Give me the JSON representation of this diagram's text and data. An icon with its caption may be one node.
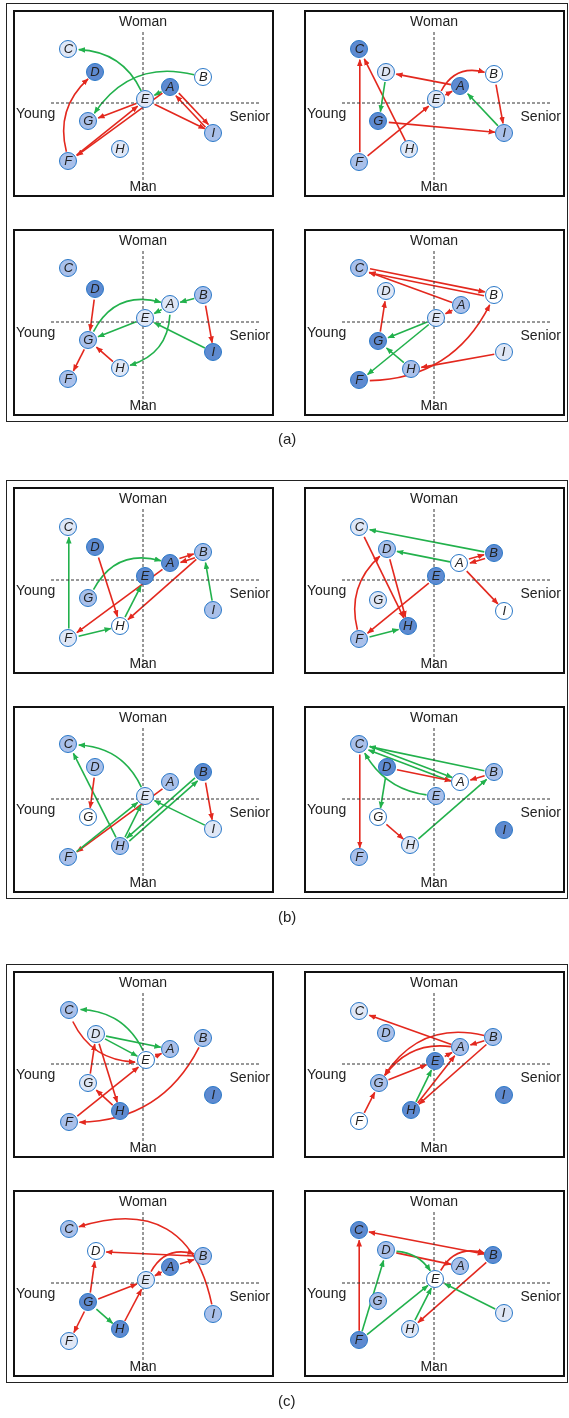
{
  "diagram": {
    "nodes": [
      {
        "text": [],
        "shape": "box",
        "beside": [
          "(a)"
        ]
      },
      {
        "text": [
          "Woman",
          "Young",
          "Senior",
          "Man"
        ],
        "in": 0
      },
      {
        "text": [
          "A"
        ],
        "in": 1
      },
      {
        "text": [
          "B"
        ],
        "in": 1
      },
      {
        "text": [
          "C"
        ],
        "in": 1
      },
      {
        "text": [
          "D"
        ],
        "in": 1
      },
      {
        "text": [
          "E"
        ],
        "in": 1
      },
      {
        "text": [
          "F"
        ],
        "in": 1
      },
      {
        "text": [
          "G"
        ],
        "in": 1
      },
      {
        "text": [
          "H"
        ],
        "in": 1
      },
      {
        "text": [
          "I"
        ],
        "in": 1
      },
      {
        "text": [
          "Woman",
          "Young",
          "Senior",
          "Man"
        ],
        "in": 0
      },
      {
        "text": [
          "A"
        ],
        "in": 11
      },
      {
        "text": [
          "B"
        ],
        "in": 11
      },
      {
        "text": [
          "C"
        ],
        "in": 11
      },
      {
        "text": [
          "D"
        ],
        "in": 11
      },
      {
        "text": [
          "E"
        ],
        "in": 11
      },
      {
        "text": [
          "F"
        ],
        "in": 11
      },
      {
        "text": [
          "G"
        ],
        "in": 11
      },
      {
        "text": [
          "H"
        ],
        "in": 11
      },
      {
        "text": [
          "I"
        ],
        "in": 11
      },
      {
        "text": [
          "Woman",
          "Young",
          "Senior",
          "Man"
        ],
        "in": 0
      },
      {
        "text": [
          "A"
        ],
        "in": 21
      },
      {
        "text": [
          "B"
        ],
        "in": 21
      },
      {
        "text": [
          "C"
        ],
        "in": 21
      },
      {
        "text": [
          "D"
        ],
        "in": 21
      },
      {
        "text": [
          "E"
        ],
        "in": 21
      },
      {
        "text": [
          "F"
        ],
        "in": 21
      },
      {
        "text": [
          "G"
        ],
        "in": 21
      },
      {
        "text": [
          "H"
        ],
        "in": 21
      },
      {
        "text": [
          "I"
        ],
        "in": 21
      },
      {
        "text": [
          "Woman",
          "Young",
          "Senior",
          "Man"
        ],
        "in": 0
      },
      {
        "text": [
          "A"
        ],
        "in": 31
      },
      {
        "text": [
          "B"
        ],
        "in": 31
      },
      {
        "text": [
          "C"
        ],
        "in": 31
      },
      {
        "text": [
          "D"
        ],
        "in": 31
      },
      {
        "text": [
          "E"
        ],
        "in": 31
      },
      {
        "text": [
          "F"
        ],
        "in": 31
      },
      {
        "text": [
          "G"
        ],
        "in": 31
      },
      {
        "text": [
          "H"
        ],
        "in": 31
      },
      {
        "text": [
          "I"
        ],
        "in": 31
      },
      {
        "text": [],
        "shape": "box",
        "beside": [
          "(b)"
        ]
      },
      {
        "text": [
          "Woman",
          "Young",
          "Senior",
          "Man"
        ],
        "in": 41
      },
      {
        "text": [
          "A"
        ],
        "in": 42
      },
      {
        "text": [
          "B"
        ],
        "in": 42
      },
      {
        "text": [
          "C"
        ],
        "in": 42
      },
      {
        "text": [
          "D"
        ],
        "in": 42
      },
      {
        "text": [
          "E"
        ],
        "in": 42
      },
      {
        "text": [
          "F"
        ],
        "in": 42
      },
      {
        "text": [
          "G"
        ],
        "in": 42
      },
      {
        "text": [
          "H"
        ],
        "in": 42
      },
      {
        "text": [
          "I"
        ],
        "in": 42
      },
      {
        "text": [
          "Woman",
          "Young",
          "Senior",
          "Man"
        ],
        "in": 41
      },
      {
        "text": [
          "A"
        ],
        "in": 52
      },
      {
        "text": [
          "B"
        ],
        "in": 52
      },
      {
        "text": [
          "C"
        ],
        "in": 52
      },
      {
        "text": [
          "D"
        ],
        "in": 52
      },
      {
        "text": [
          "E"
        ],
        "in": 52
      },
      {
        "text": [
          "F"
        ],
        "in": 52
      },
      {
        "text": [
          "G"
        ],
        "in": 52
      },
      {
        "text": [
          "H"
        ],
        "in": 52
      },
      {
        "text": [
          "I"
        ],
        "in": 52
      },
      {
        "text": [
          "Woman",
          "Young",
          "Senior",
          "Man"
        ],
        "in": 41
      },
      {
        "text": [
          "A"
        ],
        "in": 62
      },
      {
        "text": [
          "B"
        ],
        "in": 62
      },
      {
        "text": [
          "C"
        ],
        "in": 62
      },
      {
        "text": [
          "D"
        ],
        "in": 62
      },
      {
        "text": [
          "E"
        ],
        "in": 62
      },
      {
        "text": [
          "F"
        ],
        "in": 62
      },
      {
        "text": [
          "G"
        ],
        "in": 62
      },
      {
        "text": [
          "H"
        ],
        "in": 62
      },
      {
        "text": [
          "I"
        ],
        "in": 62
      },
      {
        "text": [
          "Woman",
          "Young",
          "Senior",
          "Man"
        ],
        "in": 41
      },
      {
        "text": [
          "A"
        ],
        "in": 72
      },
      {
        "text": [
          "B"
        ],
        "in": 72
      },
      {
        "text": [
          "C"
        ],
        "in": 72
      },
      {
        "text": [
          "D"
        ],
        "in": 72
      },
      {
        "text": [
          "E"
        ],
        "in": 72
      },
      {
        "text": [
          "F"
        ],
        "in": 72
      },
      {
        "text": [
          "G"
        ],
        "in": 72
      },
      {
        "text": [
          "H"
        ],
        "in": 72
      },
      {
        "text": [
          "I"
        ],
        "in": 72
      },
      {
        "text": [],
        "shape": "box",
        "beside": [
          "(c)"
        ]
      },
      {
        "text": [
          "Woman",
          "Young",
          "Senior",
          "Man"
        ],
        "in": 82
      },
      {
        "text": [
          "A"
        ],
        "in": 83
      },
      {
        "text": [
          "B"
        ],
        "in": 83
      },
      {
        "text": [
          "C"
        ],
        "in": 83
      },
      {
        "text": [
          "D"
        ],
        "in": 83
      },
      {
        "text": [
          "E"
        ],
        "in": 83
      },
      {
        "text": [
          "F"
        ],
        "in": 83
      },
      {
        "text": [
          "G"
        ],
        "in": 83
      },
      {
        "text": [
          "H"
        ],
        "in": 83
      },
      {
        "text": [
          "I"
        ],
        "in": 83
      },
      {
        "text": [
          "Woman",
          "Young",
          "Senior",
          "Man"
        ],
        "in": 82
      },
      {
        "text": [
          "A"
        ],
        "in": 93
      },
      {
        "text": [
          "B"
        ],
        "in": 93
      },
      {
        "text": [
          "C"
        ],
        "in": 93
      },
      {
        "text": [
          "D"
        ],
        "in": 93
      },
      {
        "text": [
          "E"
        ],
        "in": 93
      },
      {
        "text": [
          "F"
        ],
        "in": 93
      },
      {
        "text": [
          "G"
        ],
        "in": 93
      },
      {
        "text": [
          "H"
        ],
        "in": 93
      },
      {
        "text": [
          "I"
        ],
        "in": 93
      },
      {
        "text": [
          "Woman",
          "Young",
          "Senior",
          "Man"
        ],
        "in": 82
      },
      {
        "text": [
          "A"
        ],
        "in": 103
      },
      {
        "text": [
          "B"
        ],
        "in": 103
      },
      {
        "text": [
          "C"
        ],
        "in": 103
      },
      {
        "text": [
          "D"
        ],
        "in": 103
      },
      {
        "text": [
          "E"
        ],
        "in": 103
      },
      {
        "text": [
          "F"
        ],
        "in": 103
      },
      {
        "text": [
          "G"
        ],
        "in": 103
      },
      {
        "text": [
          "H"
        ],
        "in": 103
      },
      {
        "text": [
          "I"
        ],
        "in": 103
      },
      {
        "text": [
          "Woman",
          "Young",
          "Senior",
          "Man"
        ],
        "in": 82
      },
      {
        "text": [
          "A"
        ],
        "in": 113
      },
      {
        "text": [
          "B"
        ],
        "in": 113
      },
      {
        "text": [
          "C"
        ],
        "in": 113
      },
      {
        "text": [
          "D"
        ],
        "in": 113
      },
      {
        "text": [
          "E"
        ],
        "in": 113
      },
      {
        "text": [
          "F"
        ],
        "in": 113
      },
      {
        "text": [
          "G"
        ],
        "in": 113
      },
      {
        "text": [
          "H"
        ],
        "in": 113
      },
      {
        "text": [
          "I"
        ],
        "in": 113
      }
    ],
    "edges": [
      {
        "from": 6,
        "to": 4,
        "arrow": "to",
        "color": "#22b14c"
      },
      {
        "from": 3,
        "to": 8,
        "arrow": "to",
        "color": "#22b14c"
      },
      {
        "from": 2,
        "to": 6,
        "arrow": "to",
        "color": "#22b14c"
      },
      {
        "from": 6,
        "to": 8,
        "arrow": "to"
      },
      {
        "from": 7,
        "to": 6,
        "arrow": "to"
      },
      {
        "from": 2,
        "to": 7,
        "arrow": "to"
      },
      {
        "from": 7,
        "to": 5,
        "arrow": "to"
      },
      {
        "from": 6,
        "to": 10,
        "arrow": "to"
      },
      {
        "from": 2,
        "to": 10,
        "arrow": "to"
      },
      {
        "from": 10,
        "to": 2,
        "arrow": "to"
      },
      {
        "from": 17,
        "to": 14,
        "arrow": "to"
      },
      {
        "from": 19,
        "to": 14,
        "arrow": "to"
      },
      {
        "from": 12,
        "to": 15,
        "arrow": "to"
      },
      {
        "from": 15,
        "to": 18,
        "arrow": "to",
        "color": "#22b14c"
      },
      {
        "from": 16,
        "to": 12,
        "arrow": "to"
      },
      {
        "from": 16,
        "to": 13,
        "arrow": "to"
      },
      {
        "from": 13,
        "to": 20,
        "arrow": "to"
      },
      {
        "from": 20,
        "to": 12,
        "arrow": "to",
        "color": "#22b14c"
      },
      {
        "from": 18,
        "to": 20,
        "arrow": "to"
      },
      {
        "from": 17,
        "to": 16,
        "arrow": "to"
      },
      {
        "from": 23,
        "to": 22,
        "arrow": "to",
        "color": "#22b14c"
      },
      {
        "from": 22,
        "to": 26,
        "arrow": "to",
        "color": "#22b14c"
      },
      {
        "from": 28,
        "to": 22,
        "arrow": "to",
        "color": "#22b14c"
      },
      {
        "from": 26,
        "to": 28,
        "arrow": "to",
        "color": "#22b14c"
      },
      {
        "from": 22,
        "to": 29,
        "arrow": "to",
        "color": "#22b14c"
      },
      {
        "from": 30,
        "to": 26,
        "arrow": "to",
        "color": "#22b14c"
      },
      {
        "from": 25,
        "to": 28,
        "arrow": "to"
      },
      {
        "from": 23,
        "to": 30,
        "arrow": "to"
      },
      {
        "from": 29,
        "to": 28,
        "arrow": "to"
      },
      {
        "from": 28,
        "to": 27,
        "arrow": "to"
      },
      {
        "from": 33,
        "to": 34,
        "arrow": "to"
      },
      {
        "from": 34,
        "to": 33,
        "arrow": "to"
      },
      {
        "from": 32,
        "to": 34,
        "arrow": "to"
      },
      {
        "from": 32,
        "to": 36,
        "arrow": "to"
      },
      {
        "from": 38,
        "to": 35,
        "arrow": "to"
      },
      {
        "from": 36,
        "to": 38,
        "arrow": "to",
        "color": "#22b14c"
      },
      {
        "from": 36,
        "to": 37,
        "arrow": "to",
        "color": "#22b14c"
      },
      {
        "from": 39,
        "to": 38,
        "arrow": "to",
        "color": "#22b14c"
      },
      {
        "from": 40,
        "to": 39,
        "arrow": "to"
      },
      {
        "from": 37,
        "to": 33,
        "arrow": "to"
      },
      {
        "from": 48,
        "to": 45,
        "arrow": "to",
        "color": "#22b14c"
      },
      {
        "from": 49,
        "to": 43,
        "arrow": "to",
        "color": "#22b14c"
      },
      {
        "from": 43,
        "to": 44,
        "arrow": "to"
      },
      {
        "from": 44,
        "to": 43,
        "arrow": "to"
      },
      {
        "from": 46,
        "to": 50,
        "arrow": "to"
      },
      {
        "from": 43,
        "to": 48,
        "arrow": "to"
      },
      {
        "from": 44,
        "to": 50,
        "arrow": "to"
      },
      {
        "from": 50,
        "to": 47,
        "arrow": "to",
        "color": "#22b14c"
      },
      {
        "from": 48,
        "to": 50,
        "arrow": "to",
        "color": "#22b14c"
      },
      {
        "from": 51,
        "to": 44,
        "arrow": "to",
        "color": "#22b14c"
      },
      {
        "from": 54,
        "to": 55,
        "arrow": "to",
        "color": "#22b14c"
      },
      {
        "from": 53,
        "to": 56,
        "arrow": "to",
        "color": "#22b14c"
      },
      {
        "from": 53,
        "to": 54,
        "arrow": "to"
      },
      {
        "from": 54,
        "to": 53,
        "arrow": "to"
      },
      {
        "from": 53,
        "to": 61,
        "arrow": "to"
      },
      {
        "from": 55,
        "to": 60,
        "arrow": "to"
      },
      {
        "from": 56,
        "to": 60,
        "arrow": "to"
      },
      {
        "from": 57,
        "to": 58,
        "arrow": "to"
      },
      {
        "from": 58,
        "to": 56,
        "arrow": "to"
      },
      {
        "from": 58,
        "to": 60,
        "arrow": "to",
        "color": "#22b14c"
      },
      {
        "from": 67,
        "to": 65,
        "arrow": "to",
        "color": "#22b14c"
      },
      {
        "from": 70,
        "to": 65,
        "arrow": "to",
        "color": "#22b14c"
      },
      {
        "from": 66,
        "to": 69,
        "arrow": "to"
      },
      {
        "from": 63,
        "to": 68,
        "arrow": "to"
      },
      {
        "from": 68,
        "to": 67,
        "arrow": "to",
        "color": "#22b14c"
      },
      {
        "from": 70,
        "to": 67,
        "arrow": "to",
        "color": "#22b14c"
      },
      {
        "from": 70,
        "to": 64,
        "arrow": "to",
        "color": "#22b14c"
      },
      {
        "from": 64,
        "to": 70,
        "arrow": "to",
        "color": "#22b14c"
      },
      {
        "from": 71,
        "to": 67,
        "arrow": "to",
        "color": "#22b14c"
      },
      {
        "from": 64,
        "to": 71,
        "arrow": "to"
      },
      {
        "from": 74,
        "to": 75,
        "arrow": "to",
        "color": "#22b14c"
      },
      {
        "from": 73,
        "to": 75,
        "arrow": "to",
        "color": "#22b14c"
      },
      {
        "from": 75,
        "to": 73,
        "arrow": "to",
        "color": "#22b14c"
      },
      {
        "from": 76,
        "to": 73,
        "arrow": "to"
      },
      {
        "from": 74,
        "to": 73,
        "arrow": "to"
      },
      {
        "from": 77,
        "to": 75,
        "arrow": "to",
        "color": "#22b14c"
      },
      {
        "from": 76,
        "to": 79,
        "arrow": "to",
        "color": "#22b14c"
      },
      {
        "from": 75,
        "to": 78,
        "arrow": "to"
      },
      {
        "from": 79,
        "to": 80,
        "arrow": "to"
      },
      {
        "from": 80,
        "to": 74,
        "arrow": "to",
        "color": "#22b14c"
      },
      {
        "from": 88,
        "to": 86,
        "arrow": "to",
        "color": "#22b14c"
      },
      {
        "from": 87,
        "to": 84,
        "arrow": "to",
        "color": "#22b14c"
      },
      {
        "from": 87,
        "to": 88,
        "arrow": "to",
        "color": "#22b14c"
      },
      {
        "from": 86,
        "to": 88,
        "arrow": "to"
      },
      {
        "from": 88,
        "to": 84,
        "arrow": "to"
      },
      {
        "from": 90,
        "to": 87,
        "arrow": "to"
      },
      {
        "from": 87,
        "to": 91,
        "arrow": "to"
      },
      {
        "from": 91,
        "to": 90,
        "arrow": "to"
      },
      {
        "from": 89,
        "to": 88,
        "arrow": "to"
      },
      {
        "from": 85,
        "to": 89,
        "arrow": "to"
      },
      {
        "from": 94,
        "to": 96,
        "arrow": "to"
      },
      {
        "from": 95,
        "to": 94,
        "arrow": "to"
      },
      {
        "from": 95,
        "to": 100,
        "arrow": "to"
      },
      {
        "from": 94,
        "to": 100,
        "arrow": "to"
      },
      {
        "from": 98,
        "to": 94,
        "arrow": "to"
      },
      {
        "from": 101,
        "to": 94,
        "arrow": "to"
      },
      {
        "from": 95,
        "to": 101,
        "arrow": "to"
      },
      {
        "from": 100,
        "to": 98,
        "arrow": "to"
      },
      {
        "from": 99,
        "to": 100,
        "arrow": "to"
      },
      {
        "from": 101,
        "to": 98,
        "arrow": "to",
        "color": "#22b14c"
      },
      {
        "from": 112,
        "to": 106,
        "arrow": "to"
      },
      {
        "from": 105,
        "to": 107,
        "arrow": "to"
      },
      {
        "from": 108,
        "to": 105,
        "arrow": "to"
      },
      {
        "from": 104,
        "to": 105,
        "arrow": "to"
      },
      {
        "from": 104,
        "to": 108,
        "arrow": "to"
      },
      {
        "from": 110,
        "to": 107,
        "arrow": "to"
      },
      {
        "from": 110,
        "to": 108,
        "arrow": "to"
      },
      {
        "from": 110,
        "to": 109,
        "arrow": "to"
      },
      {
        "from": 110,
        "to": 111,
        "arrow": "to",
        "color": "#22b14c"
      },
      {
        "from": 111,
        "to": 108,
        "arrow": "to"
      },
      {
        "from": 116,
        "to": 115,
        "arrow": "both"
      },
      {
        "from": 117,
        "to": 114,
        "arrow": "to"
      },
      {
        "from": 118,
        "to": 115,
        "arrow": "to"
      },
      {
        "from": 115,
        "to": 121,
        "arrow": "to"
      },
      {
        "from": 119,
        "to": 116,
        "arrow": "to"
      },
      {
        "from": 119,
        "to": 117,
        "arrow": "to",
        "color": "#22b14c"
      },
      {
        "from": 117,
        "to": 118,
        "arrow": "to",
        "color": "#22b14c"
      },
      {
        "from": 119,
        "to": 118,
        "arrow": "to",
        "color": "#22b14c"
      },
      {
        "from": 121,
        "to": 118,
        "arrow": "to",
        "color": "#22b14c"
      },
      {
        "from": 122,
        "to": 118,
        "arrow": "to",
        "color": "#22b14c"
      }
    ]
  }
}
